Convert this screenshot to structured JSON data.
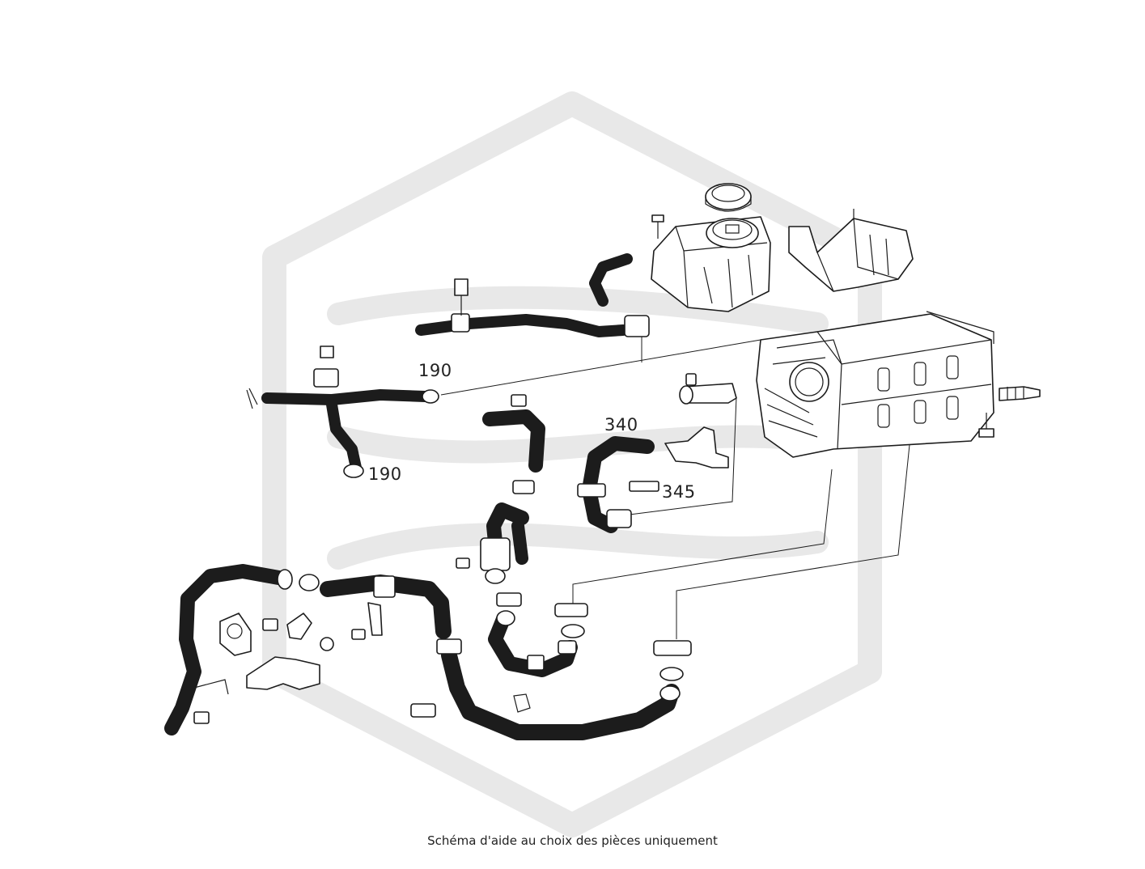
{
  "watermark_color": "#e8e8e8",
  "line_color": "#1c1c1c",
  "callouts": {
    "p190_top": "190",
    "p190_bottom": "190",
    "p340": "340",
    "p345": "345"
  },
  "caption": "Schéma d'aide au choix des pièces uniquement"
}
